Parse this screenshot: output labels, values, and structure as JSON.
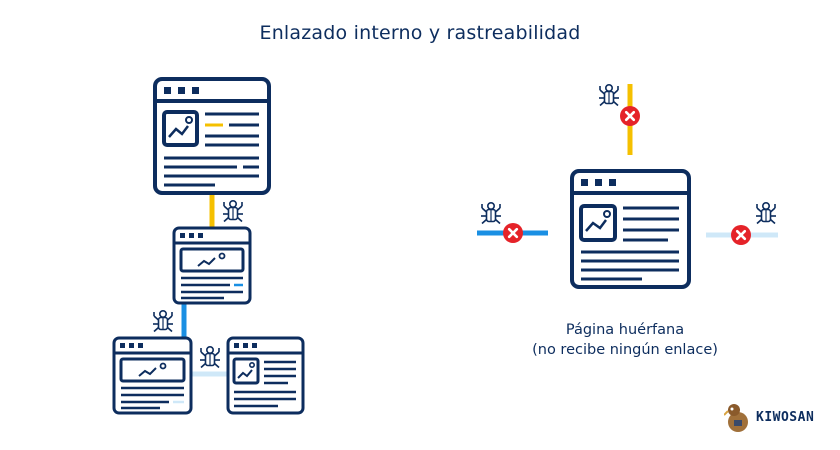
{
  "title": "Enlazado interno y rastreabilidad",
  "orphan_caption": {
    "line1": "Página huérfana",
    "line2": "(no recibe ningún enlace)"
  },
  "brand": {
    "name": "KIWOSAN"
  },
  "colors": {
    "navy": "#0d2d5e",
    "link_yellow": "#f5c000",
    "link_blue": "#1a8fe3",
    "link_light": "#cfe8f8",
    "blocked_red": "#e52329"
  },
  "icons": [
    "browser-window-icon",
    "image-icon",
    "spider-bot-icon",
    "blocked-x-icon",
    "kiwi-mascot-icon"
  ]
}
